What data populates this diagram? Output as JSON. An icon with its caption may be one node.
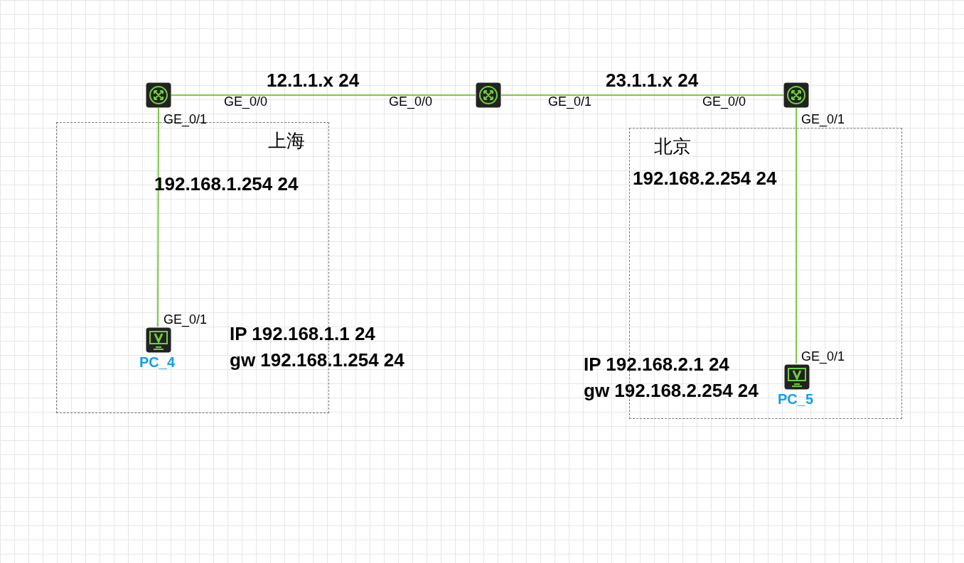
{
  "diagram": {
    "nodes": [
      {
        "text": [],
        "shape": "router"
      },
      {
        "text": [],
        "shape": "router"
      },
      {
        "text": [],
        "shape": "router"
      },
      {
        "text": [
          "上海"
        ]
      },
      {
        "text": [
          "PC_4"
        ],
        "in": 3
      },
      {
        "text": [
          "北京"
        ]
      },
      {
        "text": [
          "PC_5"
        ],
        "in": 5
      }
    ],
    "edges": [
      {
        "from": 0,
        "to": 1,
        "arrow": "none",
        "label": "12.1.1.x 24"
      },
      {
        "from": 1,
        "to": 2,
        "arrow": "none",
        "label": "23.1.1.x 24"
      },
      {
        "from": 0,
        "to": 4,
        "arrow": "none"
      },
      {
        "from": 2,
        "to": 6,
        "arrow": "none"
      }
    ],
    "labels": [
      "GE_0/0",
      "GE_0/0",
      "GE_0/1",
      "GE_0/0",
      "GE_0/1",
      "GE_0/1",
      "192.168.1.254 24",
      "192.168.2.254 24",
      "GE_0/1",
      "IP 192.168.1.1 24",
      "gw 192.168.1.254 24",
      "GE_0/1",
      "IP 192.168.2.1 24",
      "gw 192.168.2.254 24"
    ]
  }
}
